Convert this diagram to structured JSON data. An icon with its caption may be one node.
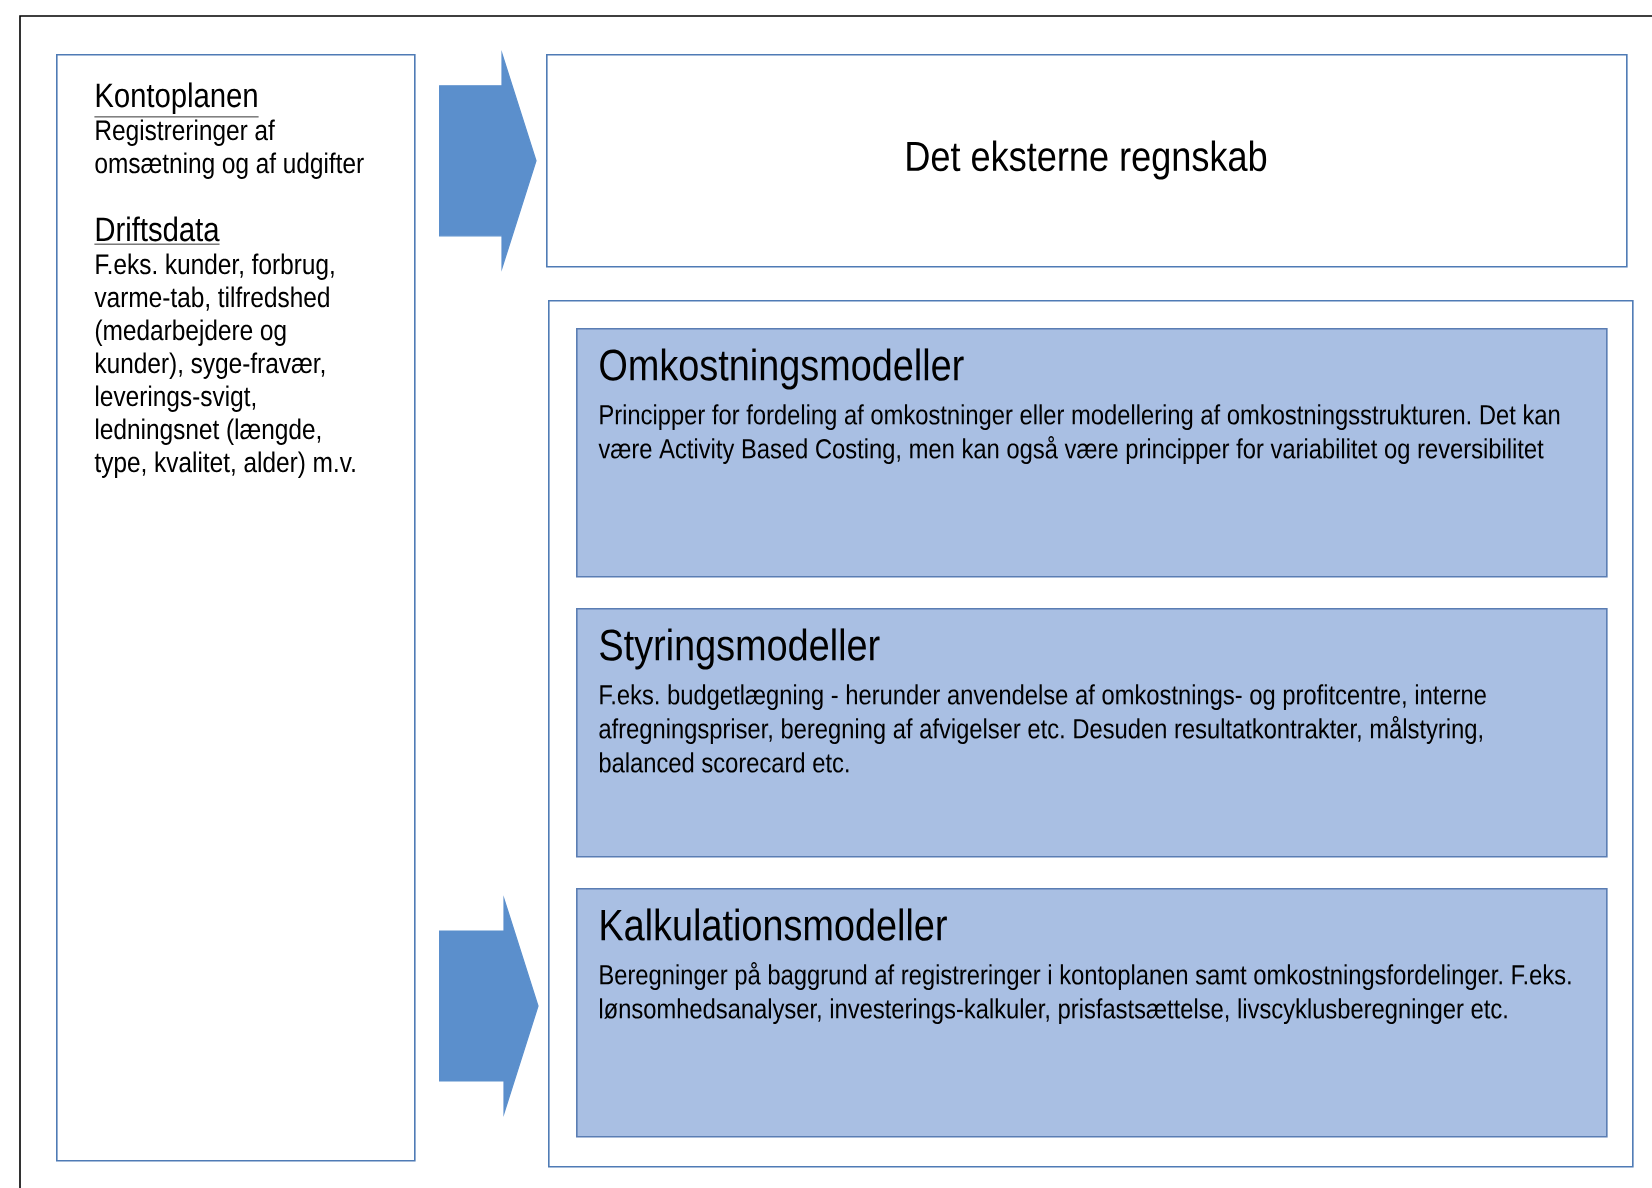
{
  "diagram": {
    "nodes": [
      {
        "text": [
          "Kontoplanen",
          "Registreringer af omsætning og af udgifter",
          "Driftsdata",
          "F.eks. kunder, forbrug, varme-tab, tilfredshed (medarbejdere og kunder), syge-fravær, leverings-svigt, ledningsnet (længde, type, kvalitet, alder) m.v."
        ]
      },
      {
        "text": [
          "Det eksterne regnskab"
        ]
      },
      {
        "text": [],
        "shape": "box"
      },
      {
        "text": [
          "Omkostningsmodeller",
          "Principper for fordeling af omkostninger eller modellering af omkostningsstrukturen. Det kan være Activity Based Costing, men kan også være principper for variabilitet og reversibilitet"
        ],
        "in": 2
      },
      {
        "text": [
          "Styringsmodeller",
          "F.eks. budgetlægning - herunder anvendelse af omkostnings- og profitcentre, interne afregningspriser, beregning af afvigelser etc. Desuden resultatkontrakter, målstyring, balanced scorecard etc."
        ],
        "in": 2
      },
      {
        "text": [
          "Kalkulationsmodeller",
          "Beregninger på baggrund af registreringer i kontoplanen samt omkostningsfordelinger. F.eks. lønsomhedsanalyser, investerings-kalkuler, prisfastsættelse, livscyklusberegninger etc."
        ],
        "in": 2
      }
    ],
    "edges": [
      {
        "from": 0,
        "to": 1,
        "arrow": "to"
      },
      {
        "from": 0,
        "to": 5,
        "arrow": "to"
      }
    ]
  }
}
